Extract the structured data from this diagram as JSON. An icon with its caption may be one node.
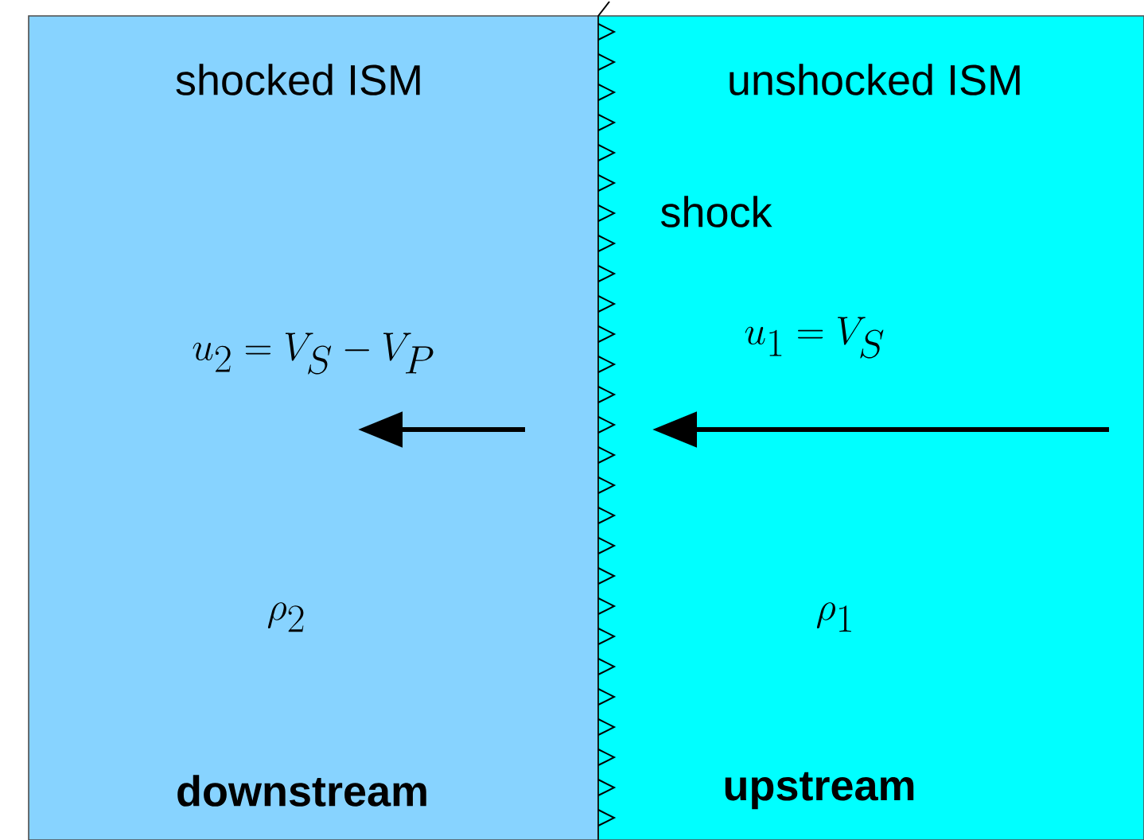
{
  "diagram": {
    "nodes": [
      {
        "text": [
          "shocked ISM",
          "u_{2} = V_{S} - V_{P}",
          "\\rho_{2}",
          "downstream"
        ]
      },
      {
        "text": [
          "unshocked ISM",
          "u_{1} = V_{S}",
          "\\rho_{1}",
          "upstream"
        ]
      }
    ],
    "labels": [
      "shock"
    ]
  }
}
